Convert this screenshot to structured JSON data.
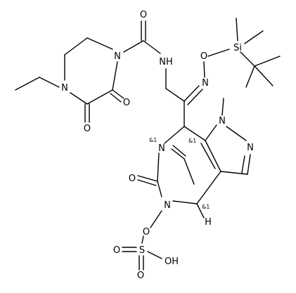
{
  "atoms": {
    "o_carbonyl_top": "O",
    "nh": "NH",
    "n_piperazine_1": "N",
    "n_piperazine_4": "N",
    "o_dioxo_upper": "O",
    "o_dioxo_lower": "O",
    "o_oxime": "O",
    "si": "Si",
    "n_oxime": "N",
    "n_pyrazole_1": "N",
    "n_pyrazole_2": "N",
    "n_bridge": "N",
    "o_urea": "O",
    "n_hydroxy": "N",
    "h_bridgehead": "H",
    "o_n_oxy": "O",
    "s_sulfate": "S",
    "o_sulfate_left": "O",
    "o_sulfate_bottom": "O",
    "oh_sulfate": "OH"
  },
  "stereo_labels": {
    "s1": "&1",
    "s2": "&1",
    "s3": "&1"
  }
}
